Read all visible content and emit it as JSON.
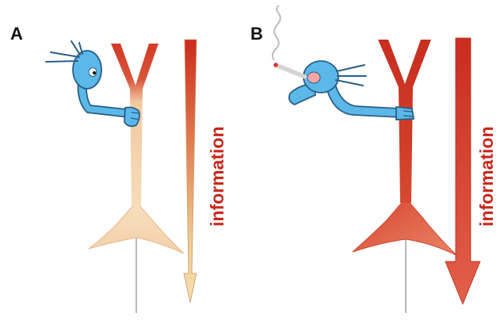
{
  "panels": [
    {
      "label": "A",
      "arrow_label": "information"
    },
    {
      "label": "B",
      "arrow_label": "information"
    }
  ],
  "colors": {
    "character_fill": "#5bb8e8",
    "character_stroke": "#2a5f86",
    "arrow_red": "#c8281c",
    "neuron_pale": "#f5d9b5",
    "neuron_red": "#e06a4e"
  }
}
